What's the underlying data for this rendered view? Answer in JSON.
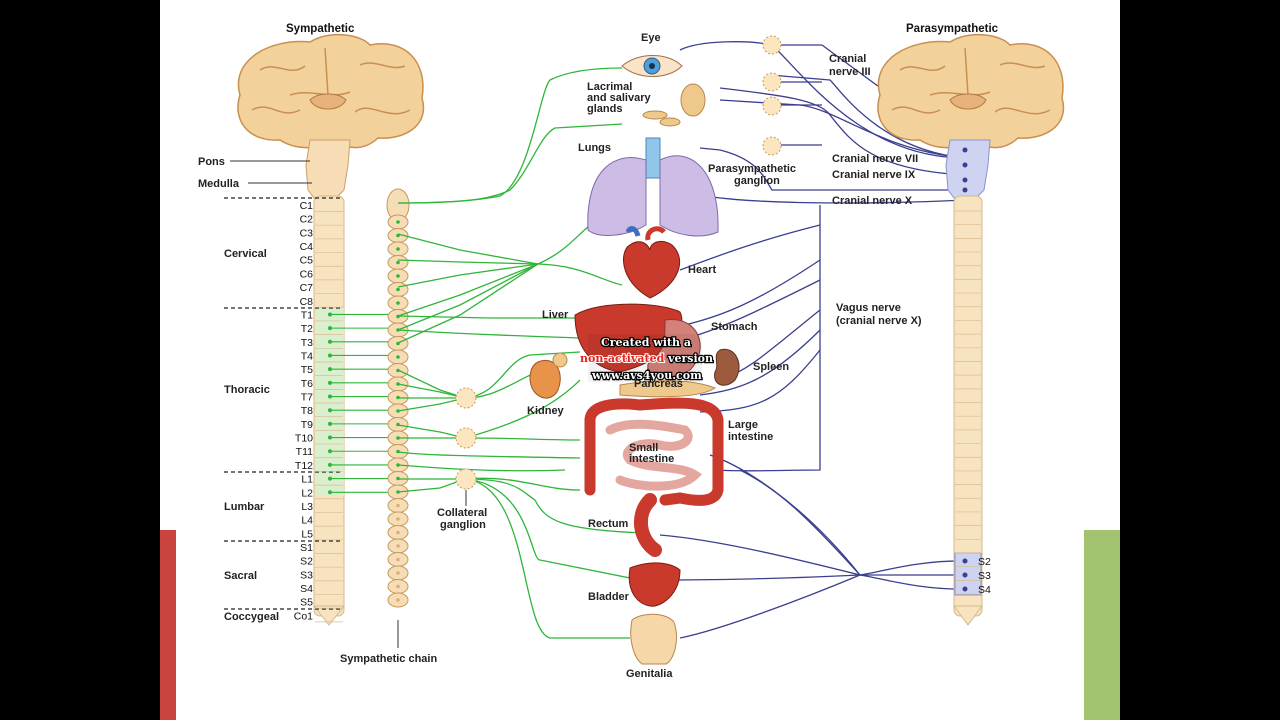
{
  "titles": {
    "sympathetic": "Sympathetic",
    "parasympathetic": "Parasympathetic"
  },
  "brainstem_labels": {
    "pons": "Pons",
    "medulla": "Medulla"
  },
  "regions": {
    "cervical": "Cervical",
    "thoracic": "Thoracic",
    "lumbar": "Lumbar",
    "sacral": "Sacral",
    "coccygeal": "Coccygeal"
  },
  "spinal_segments": [
    "C1",
    "C2",
    "C3",
    "C4",
    "C5",
    "C6",
    "C7",
    "C8",
    "T1",
    "T2",
    "T3",
    "T4",
    "T5",
    "T6",
    "T7",
    "T8",
    "T9",
    "T10",
    "T11",
    "T12",
    "L1",
    "L2",
    "L3",
    "L4",
    "L5",
    "S1",
    "S2",
    "S3",
    "S4",
    "S5",
    "Co1"
  ],
  "sacral_para": [
    "S2",
    "S3",
    "S4"
  ],
  "organs": {
    "eye": "Eye",
    "lacrimal_1": "Lacrimal",
    "lacrimal_2": "and salivary",
    "lacrimal_3": "glands",
    "lungs": "Lungs",
    "heart": "Heart",
    "liver": "Liver",
    "stomach": "Stomach",
    "spleen": "Spleen",
    "pancreas": "Pancreas",
    "kidney": "Kidney",
    "large_intestine_1": "Large",
    "large_intestine_2": "intestine",
    "small_intestine_1": "Small",
    "small_intestine_2": "intestine",
    "rectum": "Rectum",
    "bladder": "Bladder",
    "genitalia": "Genitalia"
  },
  "nerves": {
    "cn3_1": "Cranial",
    "cn3_2": "nerve III",
    "cn7": "Cranial nerve VII",
    "cn9": "Cranial nerve IX",
    "cn10": "Cranial nerve X",
    "vagus_1": "Vagus nerve",
    "vagus_2": "(cranial nerve X)"
  },
  "ganglia": {
    "para_1": "Parasympathetic",
    "para_2": "ganglion",
    "coll_1": "Collateral",
    "coll_2": "ganglion",
    "chain": "Sympathetic chain"
  },
  "watermark": {
    "line1": "Created with a",
    "line2a": "non-activated",
    "line2b": " version",
    "line3": "www.avs4you.com"
  },
  "colors": {
    "sympathetic": "#2fb53a",
    "parasympathetic": "#3a3f8f",
    "brain": "#f1cc90",
    "spine": "#f8e3c0",
    "organ_red": "#c9392c"
  }
}
